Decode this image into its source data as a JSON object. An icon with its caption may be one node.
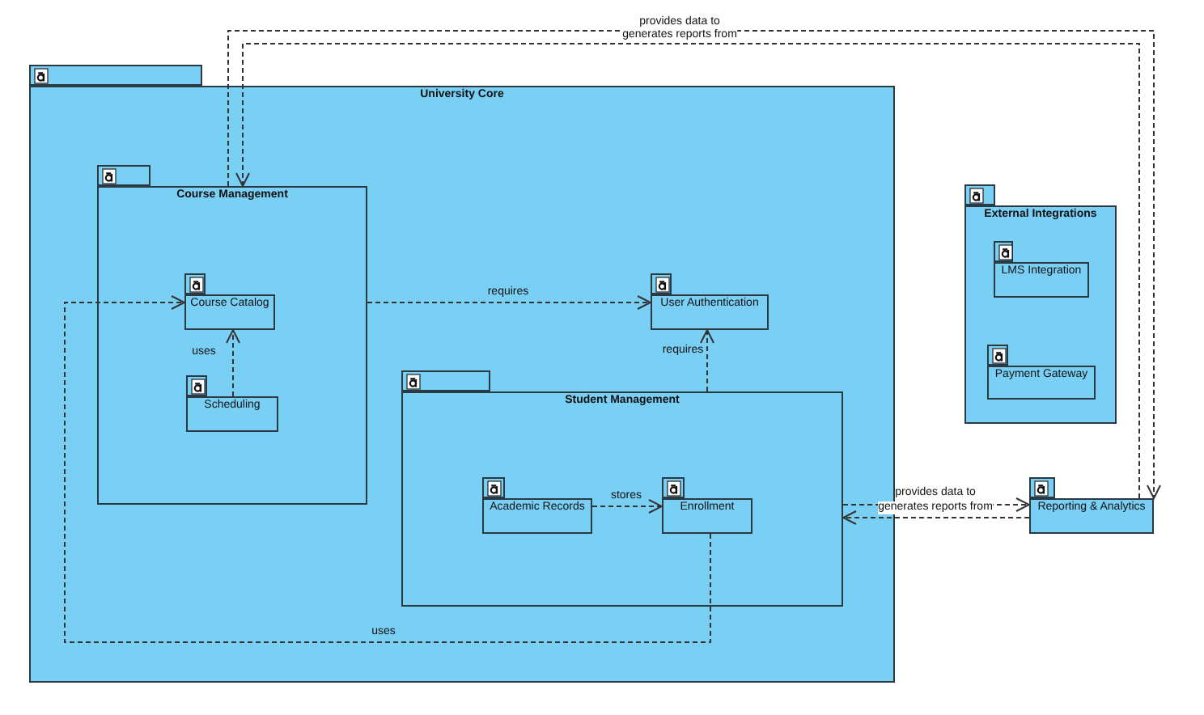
{
  "diagram": {
    "nodes": [
      {
        "text": [
          "University Core"
        ]
      },
      {
        "text": [
          "Course Management"
        ],
        "in": 0
      },
      {
        "text": [
          "Course Catalog"
        ],
        "in": 1
      },
      {
        "text": [
          "Scheduling"
        ],
        "in": 1
      },
      {
        "text": [
          "User Authentication"
        ],
        "in": 0
      },
      {
        "text": [
          "Student Management"
        ],
        "in": 0
      },
      {
        "text": [
          "Academic Records"
        ],
        "in": 5
      },
      {
        "text": [
          "Enrollment"
        ],
        "in": 5
      },
      {
        "text": [
          "External Integrations"
        ]
      },
      {
        "text": [
          "LMS Integration"
        ],
        "in": 8
      },
      {
        "text": [
          "Payment Gateway"
        ],
        "in": 8
      },
      {
        "text": [
          "Reporting & Analytics"
        ]
      }
    ],
    "edges": [
      {
        "from": 3,
        "to": 2,
        "arrow": "to",
        "label": "uses",
        "style": "dashed"
      },
      {
        "from": 1,
        "to": 4,
        "arrow": "to",
        "label": "requires",
        "style": "dashed"
      },
      {
        "from": 5,
        "to": 4,
        "arrow": "to",
        "label": "requires",
        "style": "dashed"
      },
      {
        "from": 6,
        "to": 7,
        "arrow": "to",
        "label": "stores",
        "style": "dashed"
      },
      {
        "from": 7,
        "to": 2,
        "arrow": "to",
        "label": "uses",
        "style": "dashed"
      },
      {
        "from": 5,
        "to": 11,
        "arrow": "to",
        "label": "provides data to",
        "style": "dashed"
      },
      {
        "from": 11,
        "to": 5,
        "arrow": "to",
        "label": "generates reports from",
        "style": "dashed"
      },
      {
        "from": 1,
        "to": 11,
        "arrow": "to",
        "label": "provides data to",
        "style": "dashed"
      },
      {
        "from": 11,
        "to": 1,
        "arrow": "to",
        "label": "generates reports from",
        "style": "dashed"
      }
    ]
  }
}
